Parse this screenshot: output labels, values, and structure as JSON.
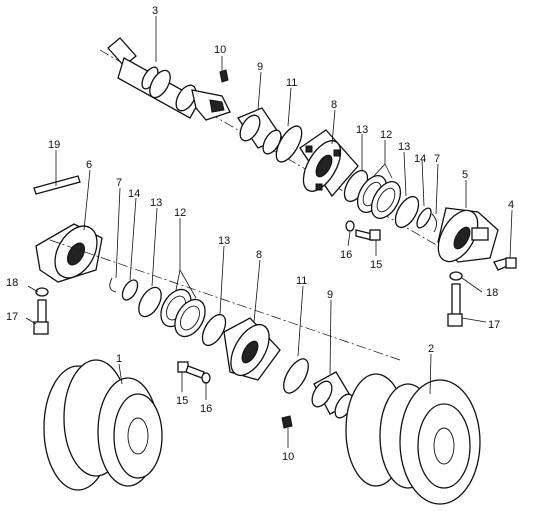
{
  "callouts": [
    {
      "key": "c3",
      "text": "3"
    },
    {
      "key": "c10a",
      "text": "10"
    },
    {
      "key": "c9a",
      "text": "9"
    },
    {
      "key": "c11a",
      "text": "11"
    },
    {
      "key": "c8a",
      "text": "8"
    },
    {
      "key": "c13a",
      "text": "13"
    },
    {
      "key": "c12a",
      "text": "12"
    },
    {
      "key": "c13b",
      "text": "13"
    },
    {
      "key": "c14a",
      "text": "14"
    },
    {
      "key": "c7a",
      "text": "7"
    },
    {
      "key": "c5",
      "text": "5"
    },
    {
      "key": "c4",
      "text": "4"
    },
    {
      "key": "c16a",
      "text": "16"
    },
    {
      "key": "c15a",
      "text": "15"
    },
    {
      "key": "c18a",
      "text": "18"
    },
    {
      "key": "c17a",
      "text": "17"
    },
    {
      "key": "c19",
      "text": "19"
    },
    {
      "key": "c6",
      "text": "6"
    },
    {
      "key": "c7b",
      "text": "7"
    },
    {
      "key": "c14b",
      "text": "14"
    },
    {
      "key": "c13c",
      "text": "13"
    },
    {
      "key": "c12b",
      "text": "12"
    },
    {
      "key": "c13d",
      "text": "13"
    },
    {
      "key": "c8b",
      "text": "8"
    },
    {
      "key": "c11b",
      "text": "11"
    },
    {
      "key": "c9b",
      "text": "9"
    },
    {
      "key": "c18b",
      "text": "18"
    },
    {
      "key": "c17b",
      "text": "17"
    },
    {
      "key": "c1",
      "text": "1"
    },
    {
      "key": "c2",
      "text": "2"
    },
    {
      "key": "c15b",
      "text": "15"
    },
    {
      "key": "c16b",
      "text": "16"
    },
    {
      "key": "c10b",
      "text": "10"
    }
  ]
}
